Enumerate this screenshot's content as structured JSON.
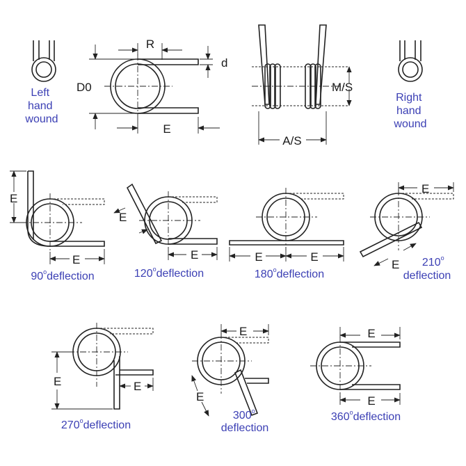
{
  "colors": {
    "caption": "#3b3fb4",
    "line": "#222222"
  },
  "top": {
    "left_wound": [
      "Left",
      "hand",
      "wound"
    ],
    "right_wound": [
      "Right",
      "hand",
      "wound"
    ],
    "labels": {
      "r": "R",
      "d": "d",
      "d0": "D0",
      "e": "E",
      "ms": "M/S",
      "as": "A/S"
    }
  },
  "panels": [
    {
      "angle": "90",
      "word": "deflection",
      "dims": [
        "E",
        "E"
      ]
    },
    {
      "angle": "120",
      "word": "deflection",
      "dims": [
        "E",
        "E"
      ]
    },
    {
      "angle": "180",
      "word": "deflection",
      "dims": [
        "E",
        "E"
      ]
    },
    {
      "angle": "210",
      "word": "deflection",
      "dims": [
        "E",
        "E"
      ]
    },
    {
      "angle": "270",
      "word": "deflection",
      "dims": [
        "E",
        "E"
      ]
    },
    {
      "angle": "300",
      "word": "deflection",
      "dims": [
        "E",
        "E"
      ]
    },
    {
      "angle": "360",
      "word": "deflection",
      "dims": [
        "E",
        "E"
      ]
    }
  ]
}
